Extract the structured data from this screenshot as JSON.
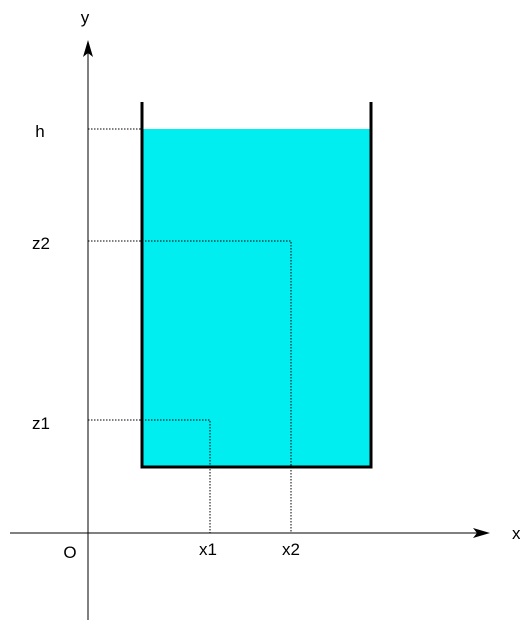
{
  "axes": {
    "x_label": "x",
    "y_label": "y",
    "origin_label": "O"
  },
  "marks": {
    "h": "h",
    "z1": "z1",
    "z2": "z2",
    "x1": "x1",
    "x2": "x2"
  },
  "colors": {
    "liquid": "#00EEF0",
    "container": "#000000",
    "axis": "#000000",
    "guide": "#000000"
  }
}
